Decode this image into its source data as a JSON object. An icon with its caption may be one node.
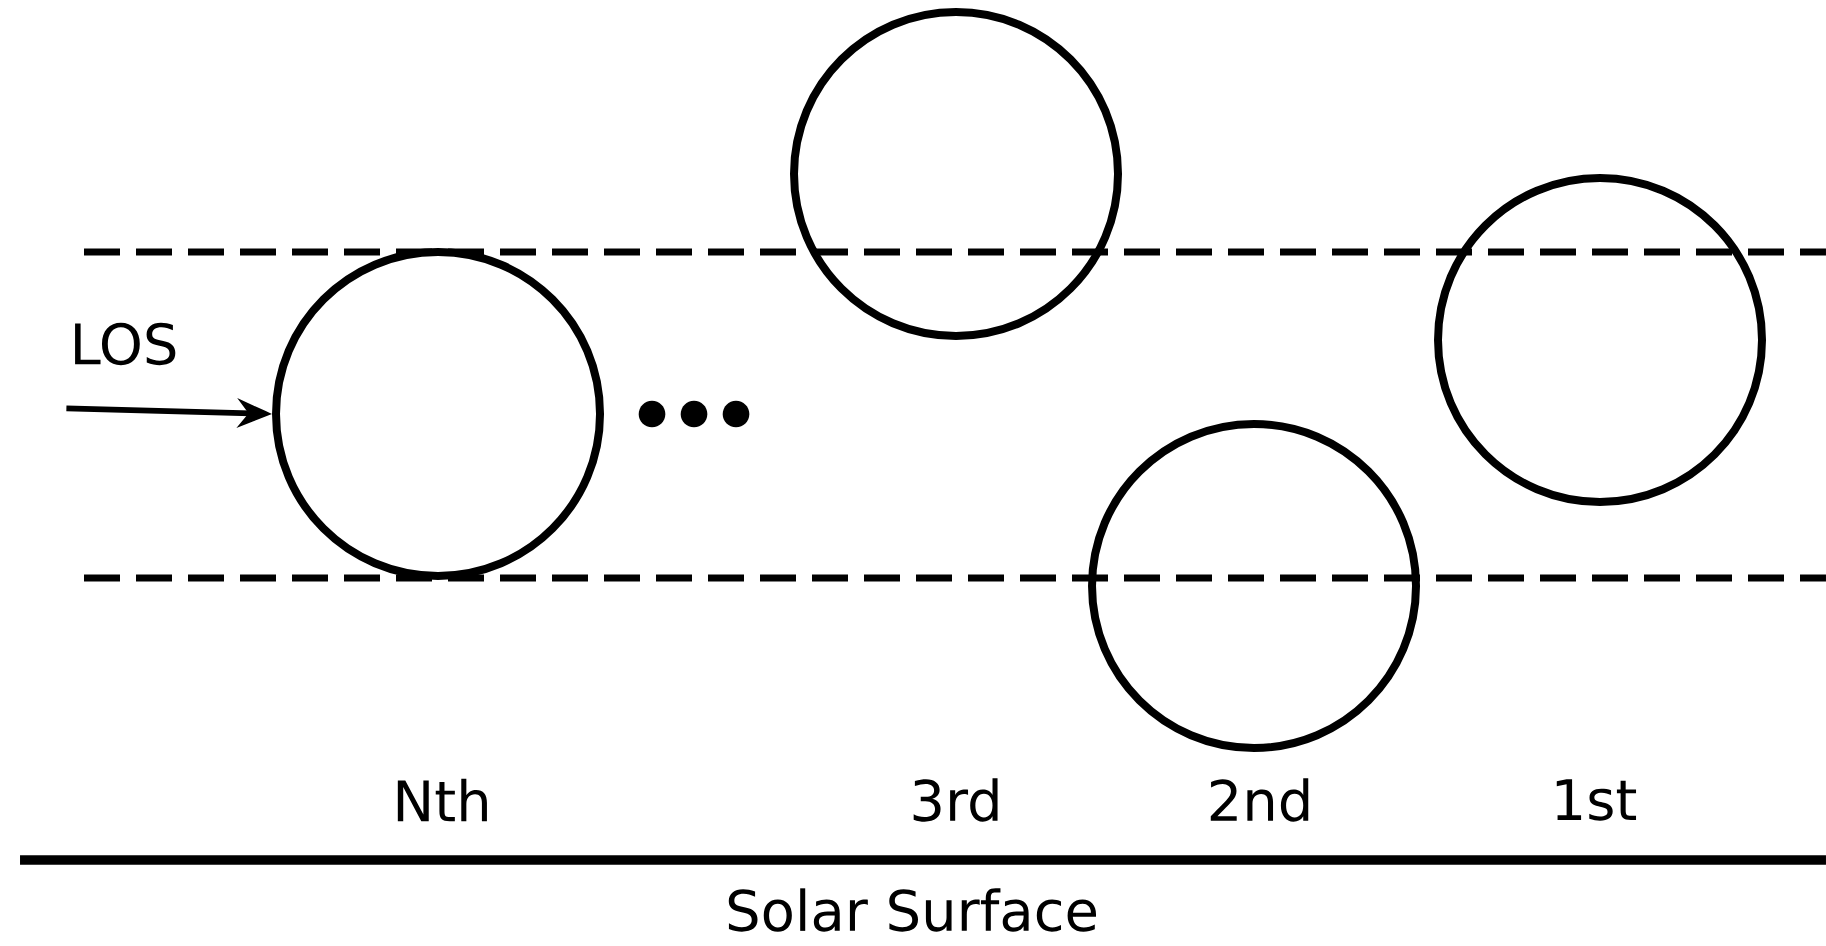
{
  "diagram": {
    "nodes": [
      {
        "text": [
          "LOS"
        ]
      },
      {
        "text": [],
        "shape": "circle"
      },
      {
        "text": [],
        "shape": "circle"
      },
      {
        "text": [],
        "shape": "circle"
      },
      {
        "text": [],
        "shape": "circle"
      }
    ],
    "edges": [
      {
        "from": 0,
        "to": 1,
        "arrow": "to"
      }
    ],
    "labels": [
      "Nth",
      "3rd",
      "2nd",
      "1st",
      "Solar Surface"
    ]
  }
}
